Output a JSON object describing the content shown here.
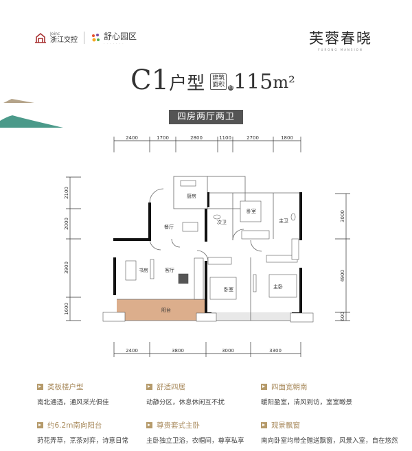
{
  "header": {
    "developer_en": "Joinc",
    "developer_cn": "浙江交控",
    "partner": "舒心园区",
    "partner_sub": "· · · ·  · · ·",
    "project_name": "芙蓉春晓",
    "project_en": "FURONG MANSION"
  },
  "title": {
    "unit": "C1",
    "unit_suffix": "户型",
    "area_label": "建筑面积",
    "approx": "约",
    "area_value": "115",
    "area_unit": "m²",
    "layout": "四房两厅两卫"
  },
  "plan": {
    "dims_top": [
      "2400",
      "1700",
      "2800",
      "1100",
      "2700",
      "1800"
    ],
    "dims_bottom": [
      "2400",
      "3800",
      "3000",
      "3300"
    ],
    "dims_left": [
      "2100",
      "2000",
      "3900",
      "1600"
    ],
    "dims_right": [
      "3000",
      "4900",
      "600"
    ],
    "rooms": {
      "kitchen": "厨房",
      "dining": "餐厅",
      "living": "客厅",
      "study": "书房",
      "bedroom_n": "卧室",
      "bath2": "次卫",
      "master_bath": "主卫",
      "bedroom_s": "卧室",
      "master": "主卧",
      "balcony": "阳台"
    },
    "balcony_color": "#dcae8c"
  },
  "features": [
    {
      "title": "类板楼户型",
      "desc": "南北通透，通风采光俱佳"
    },
    {
      "title": "舒适四居",
      "desc": "动静分区，休息休闲互不扰"
    },
    {
      "title": "四面宽朝南",
      "desc": "暖阳盈室，清风到访，室室瞰景"
    },
    {
      "title": "约6.2m南向阳台",
      "desc": "莳花弄草，烹茶对弈，诗意日常"
    },
    {
      "title": "尊贵套式主卧",
      "desc": "主卧独立卫浴，衣帽间，尊享私享"
    },
    {
      "title": "观景飘窗",
      "desc": "南向卧室均带全赠送飘窗，风景入室，自在悠然"
    }
  ]
}
